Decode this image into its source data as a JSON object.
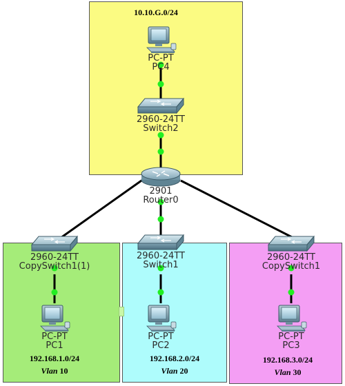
{
  "zones": [
    {
      "id": "top",
      "network": "10.10.G.0/24",
      "color": "#fbfb82"
    },
    {
      "id": "vlan10",
      "network": "192.168.1.0/24",
      "vlan_word": "Vlan",
      "vlan_number": "10",
      "color": "#a5ec79"
    },
    {
      "id": "vlan20",
      "network": "192.168.2.0/24",
      "vlan_word": "Vlan",
      "vlan_number": "20",
      "color": "#aefcfc"
    },
    {
      "id": "vlan30",
      "network": "192.168.3.0/24",
      "vlan_word": "Vlan",
      "vlan_number": "30",
      "color": "#f49ef4"
    }
  ],
  "devices": {
    "pc4": {
      "type": "PC-PT",
      "name": "PC4",
      "icon": "pc-icon"
    },
    "switch2": {
      "type": "2960-24TT",
      "name": "Switch2",
      "icon": "switch-icon"
    },
    "router0": {
      "type": "2901",
      "name": "Router0",
      "icon": "router-icon"
    },
    "cs11": {
      "type": "2960-24TT",
      "name": "CopySwitch1(1)",
      "icon": "switch-icon"
    },
    "switch1": {
      "type": "2960-24TT",
      "name": "Switch1",
      "icon": "switch-icon"
    },
    "cs1": {
      "type": "2960-24TT",
      "name": "CopySwitch1",
      "icon": "switch-icon"
    },
    "pc1": {
      "type": "PC-PT",
      "name": "PC1",
      "icon": "pc-icon"
    },
    "pc2": {
      "type": "PC-PT",
      "name": "PC2",
      "icon": "pc-icon"
    },
    "pc3": {
      "type": "PC-PT",
      "name": "PC3",
      "icon": "pc-icon"
    }
  },
  "links": [
    {
      "from": "pc4",
      "to": "switch2"
    },
    {
      "from": "switch2",
      "to": "router0"
    },
    {
      "from": "router0",
      "to": "cs11"
    },
    {
      "from": "router0",
      "to": "switch1"
    },
    {
      "from": "router0",
      "to": "cs1"
    },
    {
      "from": "cs11",
      "to": "pc1"
    },
    {
      "from": "switch1",
      "to": "pc2"
    },
    {
      "from": "cs1",
      "to": "pc3"
    }
  ],
  "colors": {
    "link": "#000000",
    "port_up": "#22ee22"
  }
}
